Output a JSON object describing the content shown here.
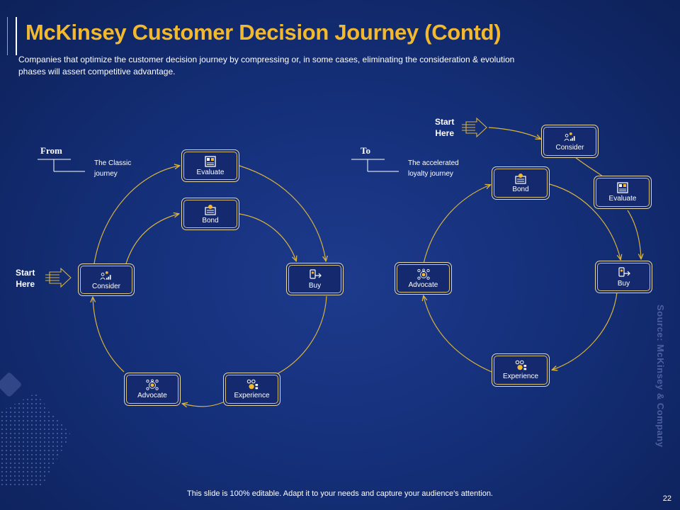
{
  "title": "McKinsey Customer Decision Journey (Contd)",
  "subtitle": "Companies that optimize the customer decision journey by compressing or, in some cases, eliminating the consideration & evolution phases will assert competitive advantage.",
  "colors": {
    "accent": "#f2b92e",
    "background": "#15307a",
    "arrow": "#d8b23e",
    "node_border": "#e9d9a4"
  },
  "left_diagram": {
    "legend_title": "From",
    "legend_desc_line1": "The Classic",
    "legend_desc_line2": "journey",
    "start_line1": "Start",
    "start_line2": "Here",
    "nodes": {
      "evaluate": {
        "label": "Evaluate",
        "icon": "evaluate-icon"
      },
      "bond": {
        "label": "Bond",
        "icon": "bond-icon"
      },
      "buy": {
        "label": "Buy",
        "icon": "buy-icon"
      },
      "consider": {
        "label": "Consider",
        "icon": "consider-icon"
      },
      "advocate": {
        "label": "Advocate",
        "icon": "advocate-icon"
      },
      "experience": {
        "label": "Experience",
        "icon": "experience-icon"
      }
    }
  },
  "right_diagram": {
    "legend_title": "To",
    "legend_desc_line1": "The accelerated",
    "legend_desc_line2": "loyalty journey",
    "start_line1": "Start",
    "start_line2": "Here",
    "nodes": {
      "consider": {
        "label": "Consider",
        "icon": "consider-icon"
      },
      "bond": {
        "label": "Bond",
        "icon": "bond-icon"
      },
      "evaluate": {
        "label": "Evaluate",
        "icon": "evaluate-icon"
      },
      "advocate": {
        "label": "Advocate",
        "icon": "advocate-icon"
      },
      "buy": {
        "label": "Buy",
        "icon": "buy-icon"
      },
      "experience": {
        "label": "Experience",
        "icon": "experience-icon"
      }
    }
  },
  "footer": "This slide is 100% editable. Adapt it to your needs and capture your audience's attention.",
  "page_number": "22",
  "source": "Source: McKinsey & Company"
}
